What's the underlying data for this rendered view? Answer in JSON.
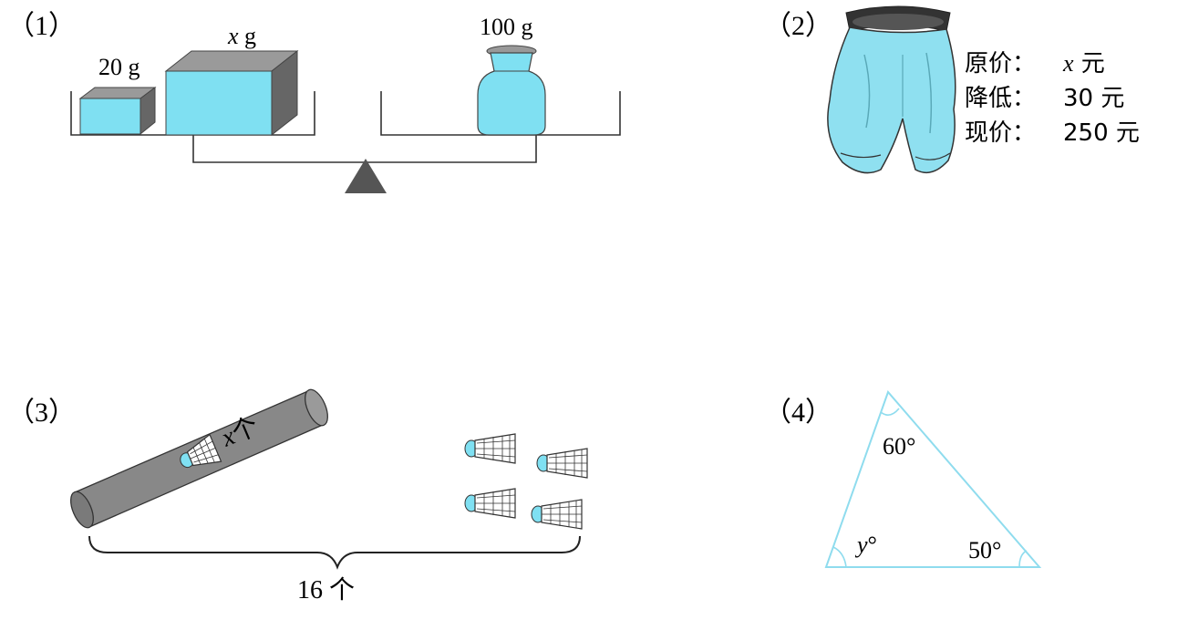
{
  "panels": {
    "p1": {
      "label": "（1）",
      "small_block": "20 g",
      "large_block_var": "x",
      "large_block_unit": " g",
      "weight": "100 g"
    },
    "p2": {
      "label": "（2）",
      "original_key": "原价：",
      "original_var": "x",
      "original_unit": " 元",
      "reduced_key": "降低：",
      "reduced_value": "30 元",
      "current_key": "现价：",
      "current_value": "250 元"
    },
    "p3": {
      "label": "（3）",
      "tube_var": "x",
      "tube_unit": "个",
      "total": "16 个"
    },
    "p4": {
      "label": "（4）",
      "top_angle": "60°",
      "left_angle_var": "y",
      "left_angle_unit": "°",
      "right_angle": "50°"
    }
  },
  "colors": {
    "cyan_fill": "#7fe0f2",
    "gray_dark": "#555555",
    "gray_mid": "#8a8a8a",
    "triangle_stroke": "#8fdcee"
  }
}
